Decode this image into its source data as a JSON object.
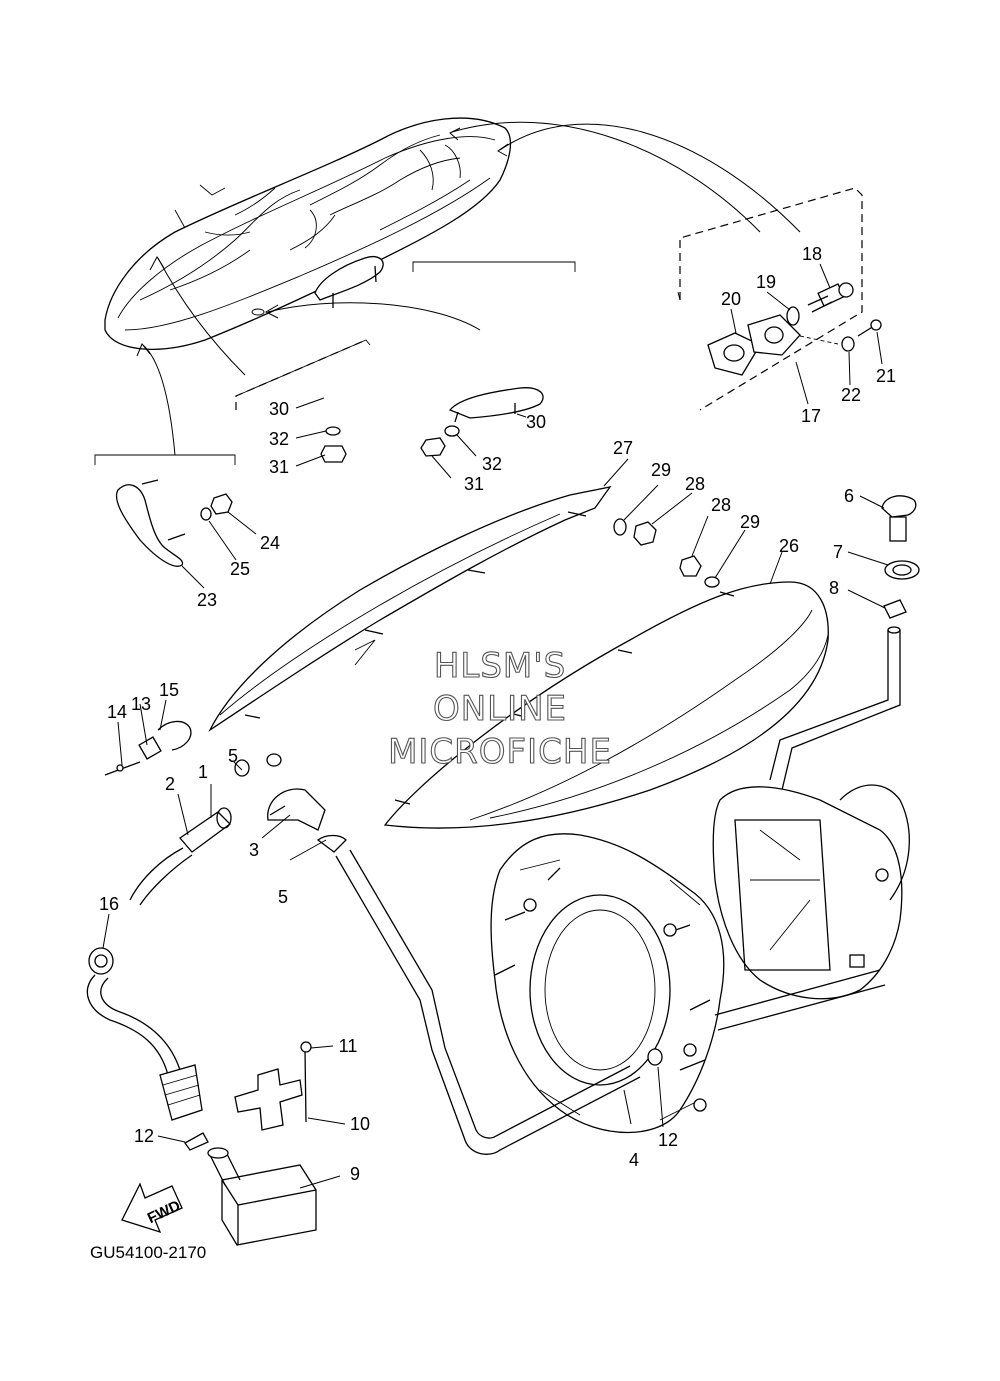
{
  "watermark": {
    "line1": "HLSM'S",
    "line2": "ONLINE",
    "line3": "MICROFICHE"
  },
  "figure_code": "GU54100-2170",
  "fwd_arrow_text": "FWD",
  "parts": {
    "p1": "1",
    "p2": "2",
    "p3": "3",
    "p4": "4",
    "p5a": "5",
    "p5b": "5",
    "p6": "6",
    "p7": "7",
    "p8": "8",
    "p9": "9",
    "p10": "10",
    "p11": "11",
    "p12a": "12",
    "p12b": "12",
    "p13": "13",
    "p14": "14",
    "p15": "15",
    "p16": "16",
    "p17": "17",
    "p18": "18",
    "p19": "19",
    "p20": "20",
    "p21": "21",
    "p22": "22",
    "p23": "23",
    "p24": "24",
    "p25": "25",
    "p26": "26",
    "p27": "27",
    "p28a": "28",
    "p28b": "28",
    "p29a": "29",
    "p29b": "29",
    "p30a": "30",
    "p30b": "30",
    "p31a": "31",
    "p31b": "31",
    "p32a": "32",
    "p32b": "32"
  }
}
